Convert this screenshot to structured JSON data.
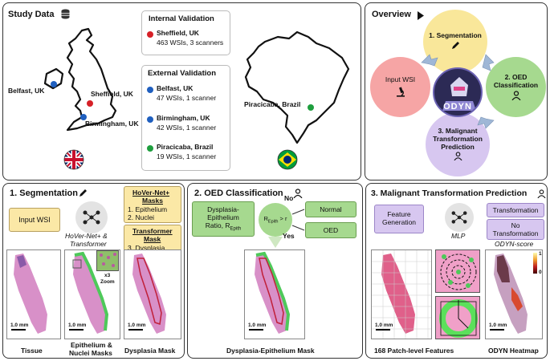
{
  "study": {
    "title": "Study Data",
    "internal_title": "Internal Validation",
    "internal": [
      {
        "name": "Sheffield, UK",
        "detail": "463 WSIs, 3 scanners",
        "color": "#d62027"
      }
    ],
    "external_title": "External Validation",
    "external": [
      {
        "name": "Belfast, UK",
        "detail": "47 WSIs, 1 scanner",
        "color": "#1f5fbf"
      },
      {
        "name": "Birmingham, UK",
        "detail": "42 WSIs, 1 scanner",
        "color": "#1f5fbf"
      },
      {
        "name": "Piracicaba, Brazil",
        "detail": "19 WSIs, 1 scanner",
        "color": "#1e9e3e"
      }
    ],
    "map_labels": {
      "belfast": "Belfast, UK",
      "sheffield": "Sheffield, UK",
      "birmingham": "Birmingham, UK",
      "piracicaba": "Piracicaba, Brazil"
    }
  },
  "overview": {
    "title": "Overview",
    "segmentation": "1. Segmentation",
    "oed_1": "2. OED",
    "oed_2": "Classification",
    "input": "Input WSI",
    "malig_1": "3. Malignant",
    "malig_2": "Transformation",
    "malig_3": "Prediction",
    "logo": "ODYN"
  },
  "seg": {
    "title": "1. Segmentation",
    "input": "Input WSI",
    "model_1": "HoVer-Net+ &",
    "model_2": "Transformer",
    "hover_title_1": "HoVer-Net+",
    "hover_title_2": "Masks",
    "hover_item_1": "1.  Epithelium",
    "hover_item_2": "2.  Nuclei",
    "trans_title_1": "Transformer",
    "trans_title_2": "Mask",
    "trans_item_1": "3. Dysplasia",
    "zoom_1": "x3",
    "zoom_2": "Zoom",
    "scale": "1.0 mm",
    "cap_tissue": "Tissue",
    "cap_epi_1": "Epithelium &",
    "cap_epi_2": "Nuclei Masks",
    "cap_dys": "Dysplasia Mask"
  },
  "oed": {
    "title": "2. OED Classification",
    "ratio_1": "Dysplasia-",
    "ratio_2": "Epithelium",
    "ratio_3": "Ratio, R",
    "ratio_sub": "Epith",
    "cond": "R",
    "cond_sub": "Epith",
    "cond_tail": " > r",
    "no": "No",
    "yes": "Yes",
    "normal": "Normal",
    "oed": "OED",
    "scale": "1.0 mm",
    "caption": "Dysplasia-Epithelium Mask"
  },
  "mtp": {
    "title": "3. Malignant Transformation Prediction",
    "feature_1": "Feature",
    "feature_2": "Generation",
    "mlp": "MLP",
    "transformation": "Transformation",
    "no_trans_1": "No",
    "no_trans_2": "Transformation",
    "score": "ODYN-score",
    "scale": "1.0 mm",
    "colorbar_max": "1",
    "colorbar_min": "0",
    "cap_features": "168 Patch-level Features",
    "cap_heatmap": "ODYN Heatmap"
  },
  "colors": {
    "red_circle": "#f6a5a5",
    "yellow_circle": "#f9e79a",
    "green_circle": "#a6d98f",
    "purple_circle": "#d7c7f0"
  }
}
